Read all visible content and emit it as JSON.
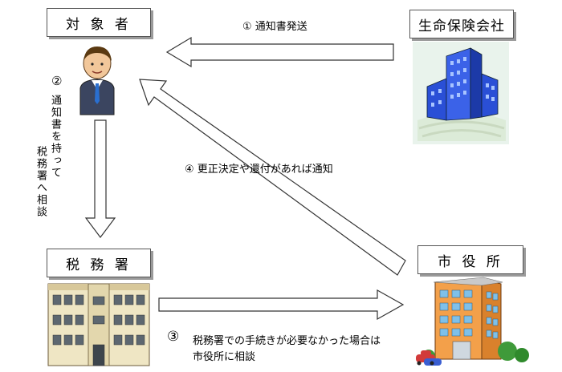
{
  "nodes": {
    "subject": "対 象 者",
    "insurance": "生命保険会社",
    "tax_office": "税 務 署",
    "city_hall": "市 役 所"
  },
  "steps": {
    "s1": "① 通知書発送",
    "s2_num": "②",
    "s2_line1": "通知書を持って",
    "s2_line2": "税務署へ相談",
    "s3_num": "③",
    "s3_line1": "税務署での手続きが必要なかった場合は",
    "s3_line2": "市役所に相談",
    "s4": "④ 更正決定や還付があれば通知"
  },
  "colors": {
    "arrow_fill": "#ffffff",
    "arrow_stroke": "#333333",
    "building_blue": "#2a4fd6",
    "building_orange": "#f3a04a",
    "school_cream": "#efe6c4",
    "person_suit": "#3b4560"
  }
}
